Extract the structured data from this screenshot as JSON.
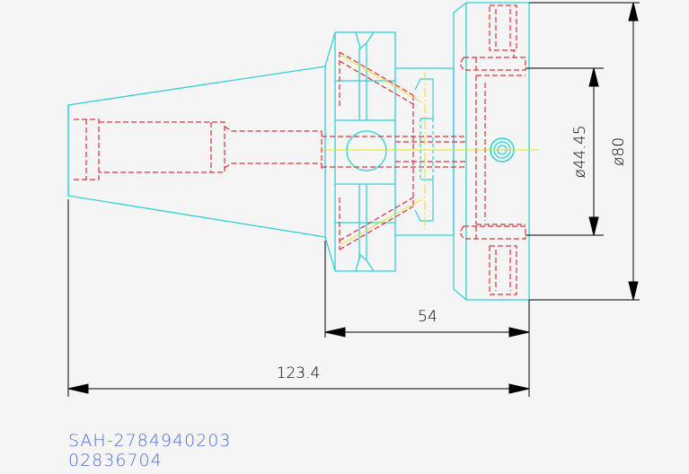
{
  "drawing": {
    "dimensions": {
      "bore": "ø44.45",
      "outer": "ø80",
      "length_short": "54",
      "length_total": "123.4"
    },
    "caption": {
      "part_no": "SAH-2784940203",
      "code": "02836704"
    },
    "colors": {
      "outline": "#33d0d8",
      "hidden": "#e0303a",
      "center": "#e8e030",
      "dimension": "#000000",
      "caption": "#4a6fd8"
    }
  }
}
